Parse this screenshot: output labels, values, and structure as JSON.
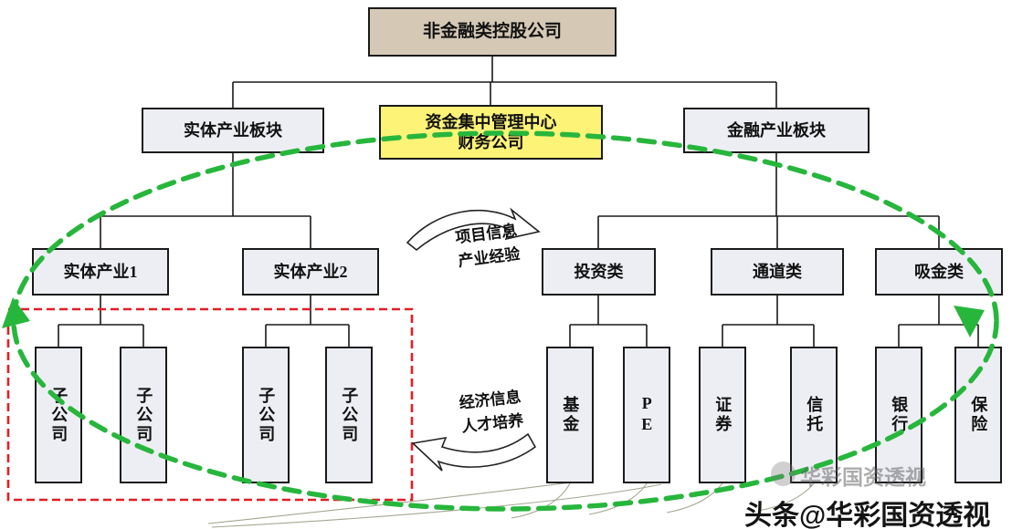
{
  "colors": {
    "root_fill": "#d5c9b6",
    "node_fill": "#edeef4",
    "highlight_fill": "#fdf377",
    "flow_green": "#27b63c",
    "frame_red": "#e31e25",
    "line_black": "#1a1a1a"
  },
  "root": {
    "label": "非金融类控股公司"
  },
  "level2": {
    "entity_sector": "实体产业板块",
    "treasury_line1": "资金集中管理中心",
    "treasury_line2": "财务公司",
    "financial_sector": "金融产业板块"
  },
  "level3": {
    "entity1": "实体产业1",
    "entity2": "实体产业2",
    "investment": "投资类",
    "channel": "通道类",
    "absorb": "吸金类"
  },
  "leaves": {
    "sub1": "子公司",
    "sub2": "子公司",
    "sub3": "子公司",
    "sub4": "子公司",
    "fund": "基金",
    "pe": "PE",
    "securities": "证券",
    "trust": "信托",
    "bank": "银行",
    "insurance": "保险"
  },
  "annotations": {
    "top_line1": "项目信息",
    "top_line2": "产业经验",
    "bottom_line1": "经济信息",
    "bottom_line2": "人才培养"
  },
  "watermark": {
    "main": "头条@华彩国资透视",
    "faint": "华彩国资透视"
  }
}
